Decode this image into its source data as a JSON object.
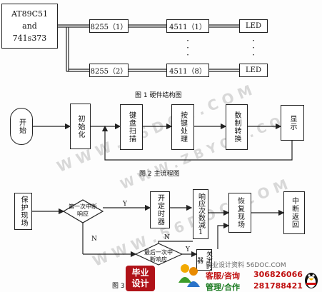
{
  "fig1": {
    "mcu": [
      "AT89C51",
      "and",
      "741s373"
    ],
    "chip1": "8255（1）",
    "chip2": "8255（2）",
    "dec1": "4511（1）",
    "dec2": "4511（8）",
    "led1": "LED",
    "led2": "LED",
    "caption": "图 1    硬件结构图"
  },
  "fig2": {
    "start": "开始",
    "init": "初始化",
    "scan": "键盘扫描",
    "keyproc": "按键处理",
    "convert": "数制转换",
    "display": "显示",
    "caption": "图 2    主流程图"
  },
  "fig3": {
    "save": "保护现场",
    "first_irq": "第一次中断响应",
    "yes1": "Y",
    "no1": "N",
    "start_timer": "开定时器",
    "dec_count": "响应次数减1",
    "restore": "恢复现场",
    "ret": "中断返回",
    "last_irq": "最后一次中断响应",
    "yes2": "Y",
    "no2": "N",
    "stop_timer": "关定时器",
    "caption": "图 3"
  },
  "watermarks": {
    "w1": "W W W . 5 6 D O C . C O M",
    "w2": "W W W . Z B Y O U . C O M",
    "w3": "W W W . 5 6 D O C . C O M"
  },
  "brand": {
    "logo_top": "毕业",
    "logo_bottom": "设计",
    "site": "毕业设计资料 56DOC.COM",
    "service_label": "客服/咨询",
    "service_qq": "306826066",
    "admin_label": "管理/合作",
    "admin_qq": "281788421"
  }
}
